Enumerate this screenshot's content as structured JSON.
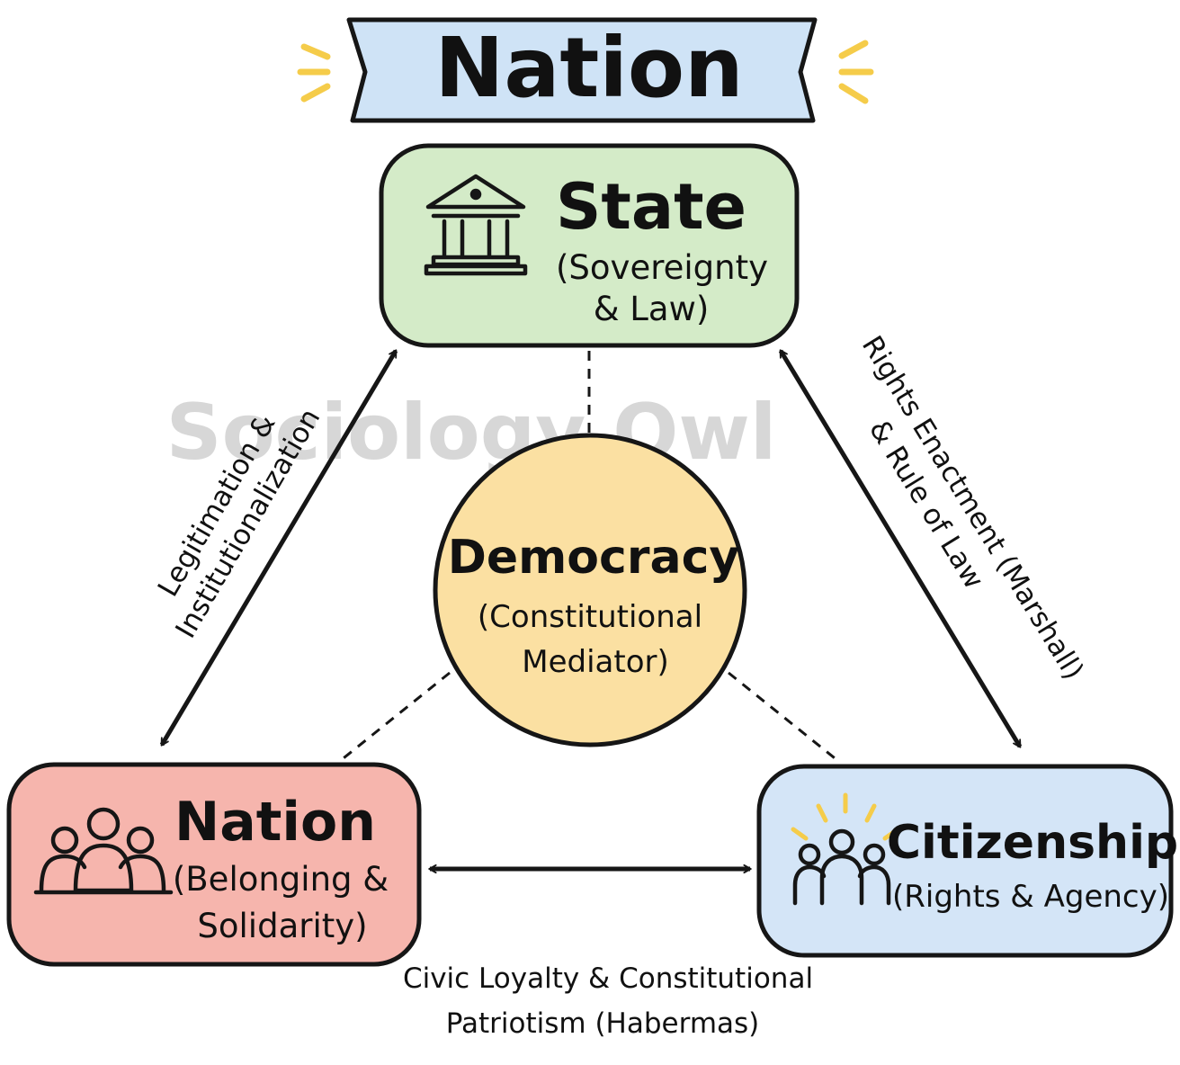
{
  "title": "Nation",
  "watermark": "Sociology Owl",
  "nodes": {
    "state": {
      "title": "State",
      "subtitle_line1": "(Sovereignty",
      "subtitle_line2": "& Law)",
      "fill": "#d4ebc8",
      "icon": "government-building-icon"
    },
    "democracy": {
      "title": "Democracy",
      "subtitle_line1": "(Constitutional",
      "subtitle_line2": "Mediator)",
      "fill": "#fbe0a2"
    },
    "nation": {
      "title": "Nation",
      "subtitle_line1": "(Belonging &",
      "subtitle_line2": "Solidarity)",
      "fill": "#f6b5ad",
      "icon": "people-group-icon"
    },
    "citizenship": {
      "title": "Citizenship",
      "subtitle_line1": "(Rights & Agency)",
      "fill": "#d4e5f7",
      "icon": "citizens-spotlight-icon"
    }
  },
  "edges": {
    "left": {
      "label_line1": "Legitimation &",
      "label_line2": "Institutionalization"
    },
    "right": {
      "label_line1": "Rights Enactment (Marshall)",
      "label_line2": "& Rule of Law"
    },
    "bottom": {
      "label_line1": "Civic Loyalty & Constitutional",
      "label_line2": "Patriotism (Habermas)"
    }
  },
  "colors": {
    "title_banner": "#cfe3f6",
    "stroke": "#161616",
    "text": "#111111",
    "watermark": "#bdbdbd",
    "sparkle": "#f5cc4a"
  }
}
